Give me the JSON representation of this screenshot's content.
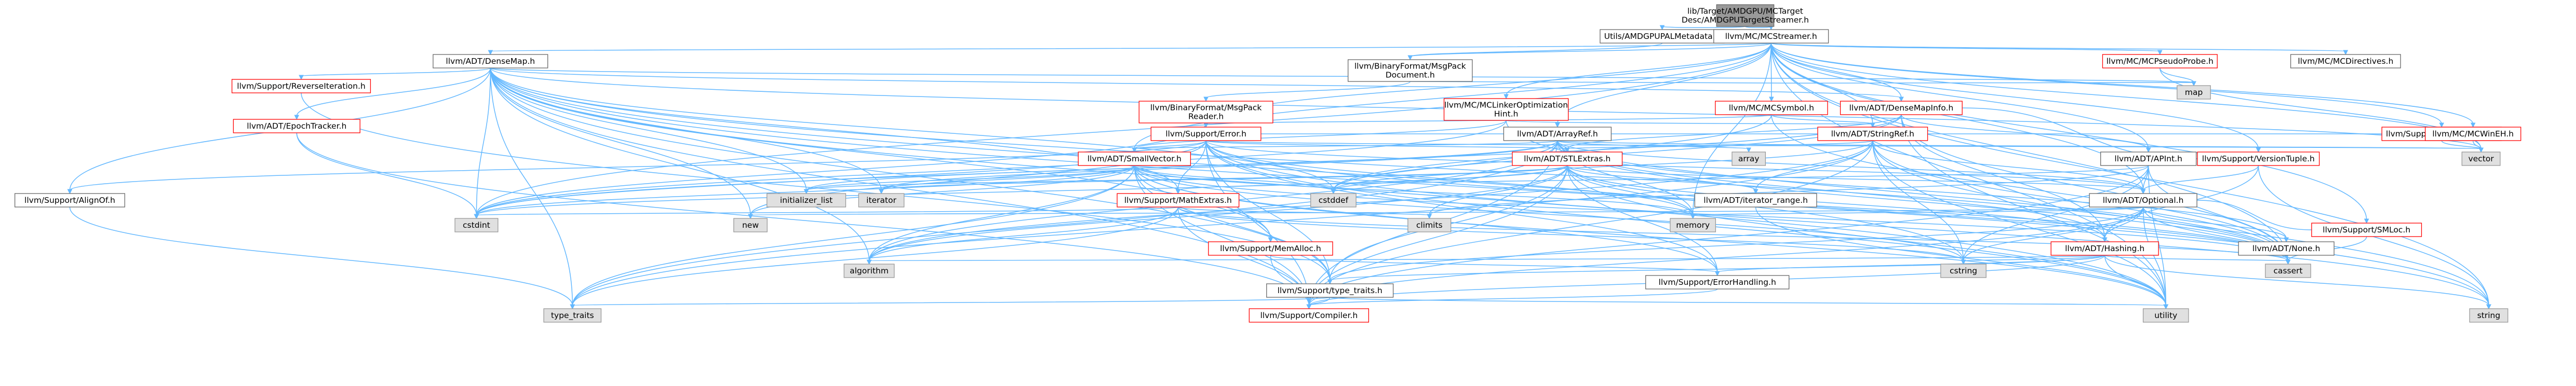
{
  "colors": {
    "edge": "#63b8ff",
    "node_border": "#666666",
    "node_fill": "#ffffff",
    "root_fill": "#999999",
    "external_fill": "#e0e0e0",
    "external_border": "#999999",
    "incomplete_border": "#ff0000",
    "text": "#000000"
  },
  "nodes": [
    {
      "id": "root",
      "lines": [
        "lib/Target/AMDGPU/MCTarget",
        "Desc/AMDGPUTargetStreamer.h"
      ],
      "kind": "root"
    },
    {
      "id": "palmeta",
      "lines": [
        "Utils/AMDGPUPALMetadata.h"
      ],
      "kind": "normal"
    },
    {
      "id": "mcstreamer",
      "lines": [
        "llvm/MC/MCStreamer.h"
      ],
      "kind": "normal"
    },
    {
      "id": "densemap",
      "lines": [
        "llvm/ADT/DenseMap.h"
      ],
      "kind": "normal"
    },
    {
      "id": "msgpackdoc",
      "lines": [
        "llvm/BinaryFormat/MsgPack",
        "Document.h"
      ],
      "kind": "normal"
    },
    {
      "id": "pseudoprobe",
      "lines": [
        "llvm/MC/MCPseudoProbe.h"
      ],
      "kind": "incomplete"
    },
    {
      "id": "mcdirectives",
      "lines": [
        "llvm/MC/MCDirectives.h"
      ],
      "kind": "normal"
    },
    {
      "id": "revisteration",
      "lines": [
        "llvm/Support/ReverseIteration.h"
      ],
      "kind": "incomplete"
    },
    {
      "id": "msgpackreader",
      "lines": [
        "llvm/BinaryFormat/MsgPack",
        "Reader.h"
      ],
      "kind": "incomplete"
    },
    {
      "id": "linkeropt",
      "lines": [
        "llvm/MC/MCLinkerOptimization",
        "Hint.h"
      ],
      "kind": "incomplete"
    },
    {
      "id": "smloc",
      "lines": [
        "llvm/Support/SMLoc.h"
      ],
      "kind": "incomplete"
    },
    {
      "id": "mcsymbol",
      "lines": [
        "llvm/MC/MCSymbol.h"
      ],
      "kind": "incomplete"
    },
    {
      "id": "densemapinfo",
      "lines": [
        "llvm/ADT/DenseMapInfo.h"
      ],
      "kind": "incomplete"
    },
    {
      "id": "map",
      "lines": [
        "map"
      ],
      "kind": "external"
    },
    {
      "id": "epochtracker",
      "lines": [
        "llvm/ADT/EpochTracker.h"
      ],
      "kind": "incomplete"
    },
    {
      "id": "supporterror",
      "lines": [
        "llvm/Support/Error.h"
      ],
      "kind": "incomplete"
    },
    {
      "id": "arrayref",
      "lines": [
        "llvm/ADT/ArrayRef.h"
      ],
      "kind": "normal"
    },
    {
      "id": "stringref",
      "lines": [
        "llvm/ADT/StringRef.h"
      ],
      "kind": "incomplete"
    },
    {
      "id": "targetparser",
      "lines": [
        "llvm/Support/TargetParser.h"
      ],
      "kind": "incomplete"
    },
    {
      "id": "mcwinseh",
      "lines": [
        "llvm/MC/MCWinEH.h"
      ],
      "kind": "incomplete"
    },
    {
      "id": "aligntoff",
      "lines": [
        "llvm/Support/AlignOf.h"
      ],
      "kind": "normal"
    },
    {
      "id": "smallvector",
      "lines": [
        "llvm/ADT/SmallVector.h"
      ],
      "kind": "incomplete"
    },
    {
      "id": "array",
      "lines": [
        "array"
      ],
      "kind": "external"
    },
    {
      "id": "stlextras",
      "lines": [
        "llvm/ADT/STLExtras.h"
      ],
      "kind": "incomplete"
    },
    {
      "id": "apint",
      "lines": [
        "llvm/ADT/APInt.h"
      ],
      "kind": "normal"
    },
    {
      "id": "versiontuple",
      "lines": [
        "llvm/Support/VersionTuple.h"
      ],
      "kind": "incomplete"
    },
    {
      "id": "vector",
      "lines": [
        "vector"
      ],
      "kind": "external"
    },
    {
      "id": "mathextras",
      "lines": [
        "llvm/Support/MathExtras.h"
      ],
      "kind": "incomplete"
    },
    {
      "id": "initlist",
      "lines": [
        "initializer_list"
      ],
      "kind": "external"
    },
    {
      "id": "iterator",
      "lines": [
        "iterator"
      ],
      "kind": "external"
    },
    {
      "id": "cstddef",
      "lines": [
        "cstddef"
      ],
      "kind": "external"
    },
    {
      "id": "iterrange",
      "lines": [
        "llvm/ADT/iterator_range.h"
      ],
      "kind": "normal"
    },
    {
      "id": "optional",
      "lines": [
        "llvm/ADT/Optional.h"
      ],
      "kind": "normal"
    },
    {
      "id": "new",
      "lines": [
        "new"
      ],
      "kind": "external"
    },
    {
      "id": "cstdint",
      "lines": [
        "cstdint"
      ],
      "kind": "external"
    },
    {
      "id": "climits",
      "lines": [
        "climits"
      ],
      "kind": "external"
    },
    {
      "id": "memory",
      "lines": [
        "memory"
      ],
      "kind": "external"
    },
    {
      "id": "memalloc",
      "lines": [
        "llvm/Support/MemAlloc.h"
      ],
      "kind": "incomplete"
    },
    {
      "id": "hashing",
      "lines": [
        "llvm/ADT/Hashing.h"
      ],
      "kind": "incomplete"
    },
    {
      "id": "none",
      "lines": [
        "llvm/ADT/None.h"
      ],
      "kind": "normal"
    },
    {
      "id": "algorithm",
      "lines": [
        "algorithm"
      ],
      "kind": "external"
    },
    {
      "id": "cstring",
      "lines": [
        "cstring"
      ],
      "kind": "external"
    },
    {
      "id": "typetraitsllvm",
      "lines": [
        "llvm/Support/type_traits.h"
      ],
      "kind": "normal"
    },
    {
      "id": "errorhandling",
      "lines": [
        "llvm/Support/ErrorHandling.h"
      ],
      "kind": "normal"
    },
    {
      "id": "cassert",
      "lines": [
        "cassert"
      ],
      "kind": "external"
    },
    {
      "id": "typetraits",
      "lines": [
        "type_traits"
      ],
      "kind": "external"
    },
    {
      "id": "compiler",
      "lines": [
        "llvm/Support/Compiler.h"
      ],
      "kind": "incomplete"
    },
    {
      "id": "utility",
      "lines": [
        "utility"
      ],
      "kind": "external"
    },
    {
      "id": "string",
      "lines": [
        "string"
      ],
      "kind": "external"
    }
  ],
  "edges": [
    [
      "root",
      "palmeta"
    ],
    [
      "root",
      "mcstreamer"
    ],
    [
      "palmeta",
      "msgpackdoc"
    ],
    [
      "mcstreamer",
      "densemap"
    ],
    [
      "mcstreamer",
      "msgpackdoc"
    ],
    [
      "mcstreamer",
      "pseudoprobe"
    ],
    [
      "mcstreamer",
      "mcdirectives"
    ],
    [
      "mcstreamer",
      "linkeropt"
    ],
    [
      "mcstreamer",
      "mcsymbol"
    ],
    [
      "mcstreamer",
      "densemapinfo"
    ],
    [
      "mcstreamer",
      "smloc"
    ],
    [
      "mcstreamer",
      "targetparser"
    ],
    [
      "mcstreamer",
      "mcwinseh"
    ],
    [
      "mcstreamer",
      "arrayref"
    ],
    [
      "mcstreamer",
      "stringref"
    ],
    [
      "mcstreamer",
      "apint"
    ],
    [
      "mcstreamer",
      "versiontuple"
    ],
    [
      "mcstreamer",
      "optional"
    ],
    [
      "mcstreamer",
      "smallvector"
    ],
    [
      "mcstreamer",
      "supporterror"
    ],
    [
      "mcstreamer",
      "vector"
    ],
    [
      "mcstreamer",
      "string"
    ],
    [
      "mcstreamer",
      "utility"
    ],
    [
      "mcstreamer",
      "cstdint"
    ],
    [
      "mcstreamer",
      "cassert"
    ],
    [
      "mcstreamer",
      "memory"
    ],
    [
      "densemap",
      "revisteration"
    ],
    [
      "densemap",
      "epochtracker"
    ],
    [
      "densemap",
      "aligntoff"
    ],
    [
      "densemap",
      "compiler"
    ],
    [
      "densemap",
      "mathextras"
    ],
    [
      "densemap",
      "memalloc"
    ],
    [
      "densemap",
      "typetraitsllvm"
    ],
    [
      "densemap",
      "densemapinfo"
    ],
    [
      "densemap",
      "algorithm"
    ],
    [
      "densemap",
      "cassert"
    ],
    [
      "densemap",
      "cstddef"
    ],
    [
      "densemap",
      "cstring"
    ],
    [
      "densemap",
      "initlist"
    ],
    [
      "densemap",
      "iterator"
    ],
    [
      "densemap",
      "new"
    ],
    [
      "densemap",
      "typetraits"
    ],
    [
      "densemap",
      "utility"
    ],
    [
      "densemap",
      "map"
    ],
    [
      "densemap",
      "vector"
    ],
    [
      "densemap",
      "string"
    ],
    [
      "densemap",
      "cstdint"
    ],
    [
      "msgpackdoc",
      "msgpackreader"
    ],
    [
      "msgpackdoc",
      "map"
    ],
    [
      "msgpackreader",
      "supporterror"
    ],
    [
      "msgpackreader",
      "cstdint"
    ],
    [
      "pseudoprobe",
      "map"
    ],
    [
      "pseudoprobe",
      "vector"
    ],
    [
      "linkeropt",
      "smallvector"
    ],
    [
      "linkeropt",
      "stringref"
    ],
    [
      "linkeropt",
      "cassert"
    ],
    [
      "linkeropt",
      "cstdint"
    ],
    [
      "mcsymbol",
      "stringref"
    ],
    [
      "mcsymbol",
      "supporterror"
    ],
    [
      "mcsymbol",
      "cassert"
    ],
    [
      "mcsymbol",
      "cstddef"
    ],
    [
      "densemapinfo",
      "hashing"
    ],
    [
      "densemapinfo",
      "stlextras"
    ],
    [
      "densemapinfo",
      "apint"
    ],
    [
      "densemapinfo",
      "cassert"
    ],
    [
      "densemapinfo",
      "cstddef"
    ],
    [
      "densemapinfo",
      "cstdint"
    ],
    [
      "densemapinfo",
      "utility"
    ],
    [
      "supporterror",
      "stringref"
    ],
    [
      "supporterror",
      "stlextras"
    ],
    [
      "supporterror",
      "smallvector"
    ],
    [
      "supporterror",
      "compiler"
    ],
    [
      "supporterror",
      "errorhandling"
    ],
    [
      "supporterror",
      "cassert"
    ],
    [
      "supporterror",
      "cstdint"
    ],
    [
      "supporterror",
      "memory"
    ],
    [
      "supporterror",
      "new"
    ],
    [
      "supporterror",
      "string"
    ],
    [
      "supporterror",
      "utility"
    ],
    [
      "supporterror",
      "vector"
    ],
    [
      "supporterror",
      "typetraitsllvm"
    ],
    [
      "supporterror",
      "aligntoff"
    ],
    [
      "supporterror",
      "optional"
    ],
    [
      "supporterror",
      "mathextras"
    ],
    [
      "arrayref",
      "hashing"
    ],
    [
      "arrayref",
      "none"
    ],
    [
      "arrayref",
      "smallvector"
    ],
    [
      "arrayref",
      "stlextras"
    ],
    [
      "arrayref",
      "compiler"
    ],
    [
      "arrayref",
      "algorithm"
    ],
    [
      "arrayref",
      "array"
    ],
    [
      "arrayref",
      "cassert"
    ],
    [
      "arrayref",
      "cstddef"
    ],
    [
      "arrayref",
      "initlist"
    ],
    [
      "arrayref",
      "iterator"
    ],
    [
      "arrayref",
      "memory"
    ],
    [
      "arrayref",
      "typetraits"
    ],
    [
      "arrayref",
      "vector"
    ],
    [
      "arrayref",
      "optional"
    ],
    [
      "stringref",
      "stlextras"
    ],
    [
      "stringref",
      "iterrange"
    ],
    [
      "stringref",
      "compiler"
    ],
    [
      "stringref",
      "algorithm"
    ],
    [
      "stringref",
      "cassert"
    ],
    [
      "stringref",
      "cstddef"
    ],
    [
      "stringref",
      "cstring"
    ],
    [
      "stringref",
      "limits"
    ],
    [
      "stringref",
      "string"
    ],
    [
      "stringref",
      "typetraits"
    ],
    [
      "stringref",
      "utility"
    ],
    [
      "stringref",
      "optional"
    ],
    [
      "targetparser",
      "stringref"
    ],
    [
      "targetparser",
      "vector"
    ],
    [
      "mcwinseh",
      "vector"
    ],
    [
      "smloc",
      "optional"
    ],
    [
      "smloc",
      "cassert"
    ],
    [
      "apint",
      "compiler"
    ],
    [
      "apint",
      "mathextras"
    ],
    [
      "apint",
      "cassert"
    ],
    [
      "apint",
      "climits"
    ],
    [
      "apint",
      "cstring"
    ],
    [
      "apint",
      "utility"
    ],
    [
      "apint",
      "optional"
    ],
    [
      "versiontuple",
      "densemapinfo"
    ],
    [
      "versiontuple",
      "hashing"
    ],
    [
      "versiontuple",
      "optional"
    ],
    [
      "versiontuple",
      "string"
    ],
    [
      "versiontuple",
      "tuple"
    ],
    [
      "smallvector",
      "compiler"
    ],
    [
      "smallvector",
      "errorhandling"
    ],
    [
      "smallvector",
      "memalloc"
    ],
    [
      "smallvector",
      "typetraitsllvm"
    ],
    [
      "smallvector",
      "algorithm"
    ],
    [
      "smallvector",
      "cassert"
    ],
    [
      "smallvector",
      "cstddef"
    ],
    [
      "smallvector",
      "cstdint"
    ],
    [
      "smallvector",
      "cstring"
    ],
    [
      "smallvector",
      "initlist"
    ],
    [
      "smallvector",
      "iterator"
    ],
    [
      "smallvector",
      "limits"
    ],
    [
      "smallvector",
      "memory"
    ],
    [
      "smallvector",
      "new"
    ],
    [
      "smallvector",
      "typetraits"
    ],
    [
      "smallvector",
      "utility"
    ],
    [
      "stlextras",
      "optional"
    ],
    [
      "stlextras",
      "iterrange"
    ],
    [
      "stlextras",
      "compiler"
    ],
    [
      "stlextras",
      "errorhandling"
    ],
    [
      "stlextras",
      "typetraitsllvm"
    ],
    [
      "stlextras",
      "algorithm"
    ],
    [
      "stlextras",
      "cassert"
    ],
    [
      "stlextras",
      "cstddef"
    ],
    [
      "stlextras",
      "cstdint"
    ],
    [
      "stlextras",
      "initlist"
    ],
    [
      "stlextras",
      "iterator"
    ],
    [
      "stlextras",
      "memory"
    ],
    [
      "stlextras",
      "utility"
    ],
    [
      "stlextras",
      "climits"
    ],
    [
      "stlextras",
      "hashing"
    ],
    [
      "mathextras",
      "compiler"
    ],
    [
      "mathextras",
      "algorithm"
    ],
    [
      "mathextras",
      "cassert"
    ],
    [
      "mathextras",
      "climits"
    ],
    [
      "mathextras",
      "cstdint"
    ],
    [
      "mathextras",
      "cstring"
    ],
    [
      "mathextras",
      "typetraits"
    ],
    [
      "mathextras",
      "limits"
    ],
    [
      "iterrange",
      "utility"
    ],
    [
      "optional",
      "none"
    ],
    [
      "optional",
      "hashing"
    ],
    [
      "optional",
      "compiler"
    ],
    [
      "optional",
      "typetraitsllvm"
    ],
    [
      "optional",
      "cassert"
    ],
    [
      "optional",
      "memory"
    ],
    [
      "optional",
      "new"
    ],
    [
      "optional",
      "utility"
    ],
    [
      "optional",
      "cstring"
    ],
    [
      "memalloc",
      "compiler"
    ],
    [
      "memalloc",
      "errorhandling"
    ],
    [
      "memalloc",
      "cstdlib"
    ],
    [
      "hashing",
      "errorhandling"
    ],
    [
      "hashing",
      "compiler"
    ],
    [
      "hashing",
      "typetraitsllvm"
    ],
    [
      "hashing",
      "algorithm"
    ],
    [
      "hashing",
      "cassert"
    ],
    [
      "hashing",
      "cstring"
    ],
    [
      "hashing",
      "string"
    ],
    [
      "hashing",
      "tuple"
    ],
    [
      "hashing",
      "utility"
    ],
    [
      "typetraitsllvm",
      "compiler"
    ],
    [
      "typetraitsllvm",
      "typetraits"
    ],
    [
      "typetraitsllvm",
      "utility"
    ],
    [
      "errorhandling",
      "compiler"
    ],
    [
      "aligntoff",
      "typetraits"
    ],
    [
      "epochtracker",
      "compiler"
    ],
    [
      "epochtracker",
      "cstdint"
    ],
    [
      "revisteration",
      "typetraitsllvm"
    ]
  ]
}
